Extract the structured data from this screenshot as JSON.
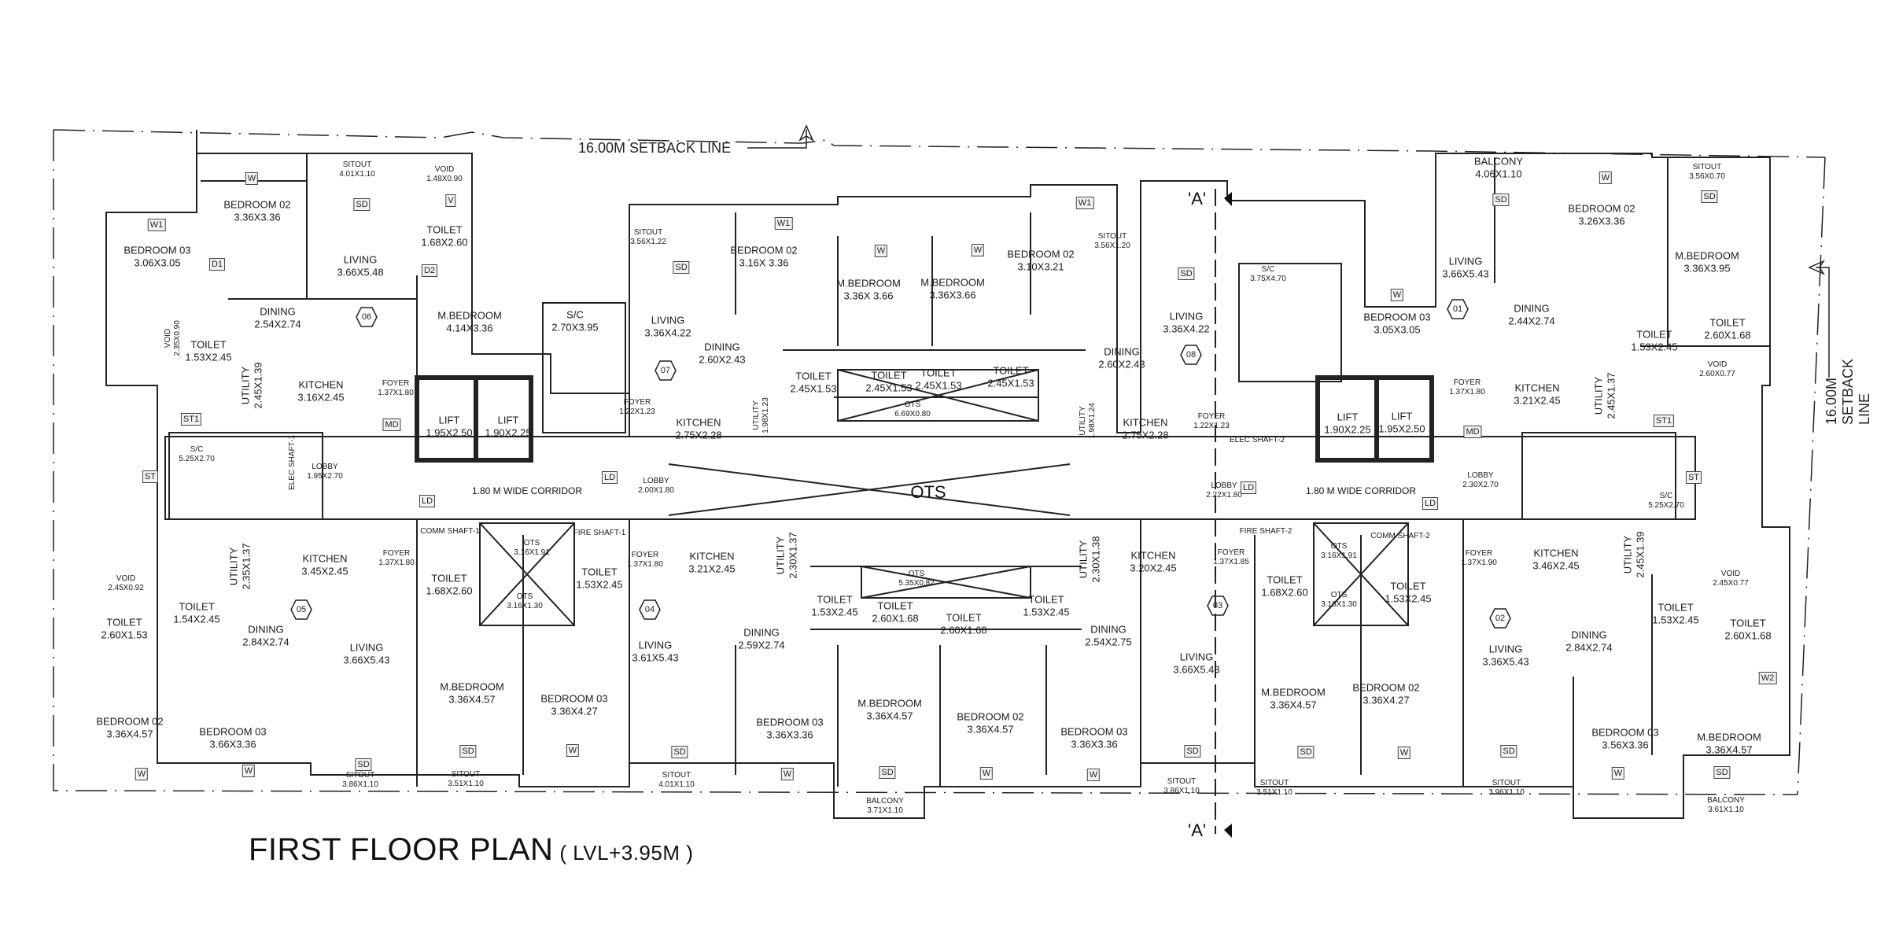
{
  "title": {
    "main": "FIRST FLOOR PLAN",
    "level": "( LVL+3.95M )"
  },
  "setback": {
    "top": "16.00M SETBACK LINE",
    "right": "16.00M SETBACK LINE"
  },
  "section_marker": {
    "top": "'A'",
    "bottom": "'A'"
  },
  "ots_center": "OTS",
  "corridors": [
    {
      "label": "1.80 M WIDE CORRIDOR"
    },
    {
      "label": "1.80 M WIDE CORRIDOR"
    }
  ],
  "units": [
    "06",
    "07",
    "08",
    "01",
    "05",
    "04",
    "03",
    "02"
  ],
  "rooms": [
    {
      "name": "SITOUT",
      "dim": "4.01X1.10"
    },
    {
      "name": "VOID",
      "dim": "1.48X0.90"
    },
    {
      "name": "BEDROOM 02",
      "dim": "3.36X3.36"
    },
    {
      "name": "BEDROOM 03",
      "dim": "3.06X3.05"
    },
    {
      "name": "LIVING",
      "dim": "3.66X5.48"
    },
    {
      "name": "TOILET",
      "dim": "1.68X2.60"
    },
    {
      "name": "DINING",
      "dim": "2.54X2.74"
    },
    {
      "name": "VOID",
      "dim": "2.35X0.90"
    },
    {
      "name": "TOILET",
      "dim": "1.53X2.45"
    },
    {
      "name": "UTILITY",
      "dim": "2.45X1.39"
    },
    {
      "name": "KITCHEN",
      "dim": "3.16X2.45"
    },
    {
      "name": "FOYER",
      "dim": "1.37X1.80"
    },
    {
      "name": "M.BEDROOM",
      "dim": "4.14X3.36"
    },
    {
      "name": "S/C",
      "dim": "2.70X3.95"
    },
    {
      "name": "LIFT",
      "dim": "1.95X2.50"
    },
    {
      "name": "LIFT",
      "dim": "1.90X2.25"
    },
    {
      "name": "S/C",
      "dim": "5.25X2.70"
    },
    {
      "name": "ELEC SHAFT-1",
      "dim": ""
    },
    {
      "name": "LOBBY",
      "dim": "1.95X2.70"
    },
    {
      "name": "SITOUT",
      "dim": "3.56X1.22"
    },
    {
      "name": "BEDROOM 02",
      "dim": "3.16X 3.36"
    },
    {
      "name": "LIVING",
      "dim": "3.36X4.22"
    },
    {
      "name": "DINING",
      "dim": "2.60X2.43"
    },
    {
      "name": "FOYER",
      "dim": "1.22X1.23"
    },
    {
      "name": "KITCHEN",
      "dim": "2.75X2.28"
    },
    {
      "name": "UTILITY",
      "dim": "1.98X1.23"
    },
    {
      "name": "TOILET",
      "dim": "2.45X1.53"
    },
    {
      "name": "M.BEDROOM",
      "dim": "3.36X 3.66"
    },
    {
      "name": "M.BEDROOM",
      "dim": "3.36X3.66"
    },
    {
      "name": "TOILET",
      "dim": "2.45X1.53"
    },
    {
      "name": "TOILET",
      "dim": "2.45X1.53"
    },
    {
      "name": "OTS",
      "dim": "6.69X0.80"
    },
    {
      "name": "TOILET",
      "dim": "2.45X1.53"
    },
    {
      "name": "BEDROOM 02",
      "dim": "3.10X3.21"
    },
    {
      "name": "SITOUT",
      "dim": "3.56X1.20"
    },
    {
      "name": "LIVING",
      "dim": "3.36X4.22"
    },
    {
      "name": "DINING",
      "dim": "2.60X2.43"
    },
    {
      "name": "KITCHEN",
      "dim": "2.75X2.28"
    },
    {
      "name": "UTILITY",
      "dim": "1.98X1.24"
    },
    {
      "name": "FOYER",
      "dim": "1.22X1.23"
    },
    {
      "name": "LOBBY",
      "dim": "2.00X1.80"
    },
    {
      "name": "LOBBY",
      "dim": "2.22X1.80"
    },
    {
      "name": "ELEC SHAFT-2",
      "dim": ""
    },
    {
      "name": "S/C",
      "dim": "3.75X4.70"
    },
    {
      "name": "BEDROOM 03",
      "dim": "3.05X3.05"
    },
    {
      "name": "BALCONY",
      "dim": "4.06X1.10"
    },
    {
      "name": "LIVING",
      "dim": "3.66X5.43"
    },
    {
      "name": "BEDROOM 02",
      "dim": "3.26X3.36"
    },
    {
      "name": "DINING",
      "dim": "2.44X2.74"
    },
    {
      "name": "SITOUT",
      "dim": "3.56X0.70"
    },
    {
      "name": "M.BEDROOM",
      "dim": "3.36X3.95"
    },
    {
      "name": "TOILET",
      "dim": "1.53X2.45"
    },
    {
      "name": "TOILET",
      "dim": "2.60X1.68"
    },
    {
      "name": "VOID",
      "dim": "2.60X0.77"
    },
    {
      "name": "FOYER",
      "dim": "1.37X1.80"
    },
    {
      "name": "KITCHEN",
      "dim": "3.21X2.45"
    },
    {
      "name": "UTILITY",
      "dim": "2.45X1.37"
    },
    {
      "name": "LIFT",
      "dim": "1.90X2.25"
    },
    {
      "name": "LIFT",
      "dim": "1.95X2.50"
    },
    {
      "name": "LOBBY",
      "dim": "2.30X2.70"
    },
    {
      "name": "S/C",
      "dim": "5.25X2.70"
    },
    {
      "name": "KITCHEN",
      "dim": "3.45X2.45"
    },
    {
      "name": "UTILITY",
      "dim": "2.35X1.37"
    },
    {
      "name": "FOYER",
      "dim": "1.37X1.80"
    },
    {
      "name": "VOID",
      "dim": "2.45X0.92"
    },
    {
      "name": "TOILET",
      "dim": "1.54X2.45"
    },
    {
      "name": "TOILET",
      "dim": "2.60X1.53"
    },
    {
      "name": "DINING",
      "dim": "2.84X2.74"
    },
    {
      "name": "LIVING",
      "dim": "3.66X5.43"
    },
    {
      "name": "BEDROOM 02",
      "dim": "3.36X4.57"
    },
    {
      "name": "BEDROOM 03",
      "dim": "3.66X3.36"
    },
    {
      "name": "SITOUT",
      "dim": "3.86X1.10"
    },
    {
      "name": "COMM SHAFT-1",
      "dim": ""
    },
    {
      "name": "TOILET",
      "dim": "1.68X2.60"
    },
    {
      "name": "OTS",
      "dim": "3.16X1.91"
    },
    {
      "name": "OTS",
      "dim": "3.16X1.30"
    },
    {
      "name": "FIRE SHAFT-1",
      "dim": ""
    },
    {
      "name": "TOILET",
      "dim": "1.53X2.45"
    },
    {
      "name": "M.BEDROOM",
      "dim": "3.36X4.57"
    },
    {
      "name": "BEDROOM 03",
      "dim": "3.36X4.27"
    },
    {
      "name": "SITOUT",
      "dim": "3.51X1.10"
    },
    {
      "name": "FOYER",
      "dim": "1.37X1.80"
    },
    {
      "name": "KITCHEN",
      "dim": "3.21X2.45"
    },
    {
      "name": "UTILITY",
      "dim": "2.30X1.37"
    },
    {
      "name": "LIVING",
      "dim": "3.61X5.43"
    },
    {
      "name": "DINING",
      "dim": "2.59X2.74"
    },
    {
      "name": "SITOUT",
      "dim": "4.01X1.10"
    },
    {
      "name": "BEDROOM 03",
      "dim": "3.36X3.36"
    },
    {
      "name": "TOILET",
      "dim": "1.53X2.45"
    },
    {
      "name": "TOILET",
      "dim": "2.60X1.68"
    },
    {
      "name": "OTS",
      "dim": "5.35X0.82"
    },
    {
      "name": "TOILET",
      "dim": "2.60X1.68"
    },
    {
      "name": "TOILET",
      "dim": "1.53X2.45"
    },
    {
      "name": "M.BEDROOM",
      "dim": "3.36X4.57"
    },
    {
      "name": "BALCONY",
      "dim": "3.71X1.10"
    },
    {
      "name": "BEDROOM 02",
      "dim": "3.36X4.57"
    },
    {
      "name": "UTILITY",
      "dim": "2.30X1.38"
    },
    {
      "name": "KITCHEN",
      "dim": "3.20X2.45"
    },
    {
      "name": "DINING",
      "dim": "2.54X2.75"
    },
    {
      "name": "BEDROOM 03",
      "dim": "3.36X3.36"
    },
    {
      "name": "FOYER",
      "dim": "1.37X1.85"
    },
    {
      "name": "LIVING",
      "dim": "3.66X5.43"
    },
    {
      "name": "SITOUT",
      "dim": "3.86X1.10"
    },
    {
      "name": "FIRE SHAFT-2",
      "dim": ""
    },
    {
      "name": "TOILET",
      "dim": "1.68X2.60"
    },
    {
      "name": "OTS",
      "dim": "3.16X1.91"
    },
    {
      "name": "OTS",
      "dim": "3.16X1.30"
    },
    {
      "name": "COMM SHAFT-2",
      "dim": ""
    },
    {
      "name": "TOILET",
      "dim": "1.53X2.45"
    },
    {
      "name": "M.BEDROOM",
      "dim": "3.36X4.57"
    },
    {
      "name": "BEDROOM 02",
      "dim": "3.36X4.27"
    },
    {
      "name": "SITOUT",
      "dim": "3.51X1.10"
    },
    {
      "name": "FOYER",
      "dim": "1.37X1.90"
    },
    {
      "name": "KITCHEN",
      "dim": "3.46X2.45"
    },
    {
      "name": "UTILITY",
      "dim": "2.45X1.39"
    },
    {
      "name": "LIVING",
      "dim": "3.36X5.43"
    },
    {
      "name": "DINING",
      "dim": "2.84X2.74"
    },
    {
      "name": "SITOUT",
      "dim": "3.96X1.10"
    },
    {
      "name": "BEDROOM 03",
      "dim": "3.56X3.36"
    },
    {
      "name": "VOID",
      "dim": "2.45X0.77"
    },
    {
      "name": "TOILET",
      "dim": "1.53X2.45"
    },
    {
      "name": "TOILET",
      "dim": "2.60X1.68"
    },
    {
      "name": "M.BEDROOM",
      "dim": "3.36X4.57"
    },
    {
      "name": "BALCONY",
      "dim": "3.61X1.10"
    }
  ],
  "tags": [
    "W",
    "W1",
    "SD",
    "D1",
    "D2",
    "V",
    "MD",
    "LD",
    "ST",
    "ST1",
    "W2"
  ]
}
